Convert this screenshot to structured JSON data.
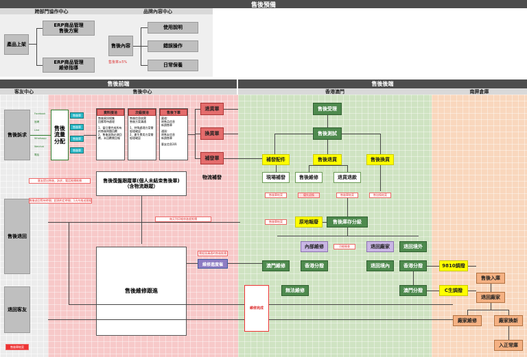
{
  "title": "售後預備",
  "top": {
    "col1": "跨部門協作中心",
    "col2": "品牌內容中心",
    "product_launch": "產品上架",
    "erp1": "ERP商品管理\n售後方案",
    "erp2": "ERP商品管理\n維修指導",
    "content": "售後內容",
    "content_note": "售後率≥5%",
    "usage": "使用說明",
    "error": "錯誤操作",
    "maint": "日常保養"
  },
  "front": {
    "title": "售後前端",
    "col_cust": "客友中心",
    "col_center": "售後中心",
    "cust_request": "售後訴求",
    "cust_return": "售後退回",
    "return_cust": "退回客友",
    "end_note": "售後單結案",
    "dist": "售後\n流量\n分配",
    "ch_labels": [
      "Facebook",
      "官網",
      "Line",
      "Whatsapp",
      "Weichat",
      "電話"
    ],
    "dist_tags": [
      "售後單",
      "售後單",
      "售後單",
      "售後單"
    ],
    "col_a_title": "資料接洽",
    "col_a_body": "售後資訊搜集\n回應等待處理\n\n1、當日需完成所有的售後問題回覆\n2、售後諮詢必須回覆，未回覆需回報",
    "col_b_title": "次級接洽",
    "col_b_body": "售後信息核實\n售後方案溝通\n\n1、特殊處理方案需經理確認\n2、產生費用方案需經理確認",
    "col_c_title": "售後下單",
    "col_c_body": "渠道：\n原售品信息\n新銷售單\n\n通過：\n原售友信息\n新銷售單\n\n客友信息2四",
    "refund": "退貨單",
    "exchange": "換貨單",
    "resend": "補發單",
    "logistics": "物流補發",
    "tracker": "售後復盤跟蹤單(個人未結束售後單)\n（含物流跟蹤）",
    "repair_track": "售後維修跟進",
    "repair_reminder": "維修進度催",
    "note1": "客友提出售後，訴求，電話推播推播",
    "note2": "售後退回等待時間；超過約定時間；1天內推送跟蹤",
    "note3": "每天列印維修進度推播",
    "note4": "需經過溝通的售後推播"
  },
  "back": {
    "title": "售後後端",
    "col_hk": "香港澳門",
    "col_south": "南屏倉庫",
    "accept": "售後受理",
    "test": "售後測試",
    "resend_parts": "補發配件",
    "refund_goods": "售後退貨",
    "exchange_goods": "售後換貨",
    "field_resend": "現場補發",
    "after_repair": "售後維修",
    "return_refund": "退貨退款",
    "tag_close1": "售後單結案",
    "tag_close2": "優先退換",
    "tag_close3": "售後單結案",
    "tag_close4": "售加換結案",
    "origin_process": "原地報廢",
    "stock_grading": "售後庫存分級",
    "internal_repair": "內部維修",
    "return_factory": "退回廠家",
    "return_abroad": "退回境外",
    "macau_repair": "澳門維修",
    "hk_grading": "香港分撥",
    "return_domestic": "退回境內",
    "hk_grading2": "香港分撥",
    "cannot_repair": "無法維修",
    "macau_grading": "澳門分撥",
    "repair_done": "維修完成",
    "repair_note": "功能檢查",
    "s9810": "9810調撥",
    "c_adjust": "C生調撥",
    "stock_in": "售後入庫",
    "return_factory2": "退回廠家",
    "factory_repair": "廠家維修",
    "factory_exchange": "廠家換新",
    "enter_stock": "入正常庫"
  }
}
